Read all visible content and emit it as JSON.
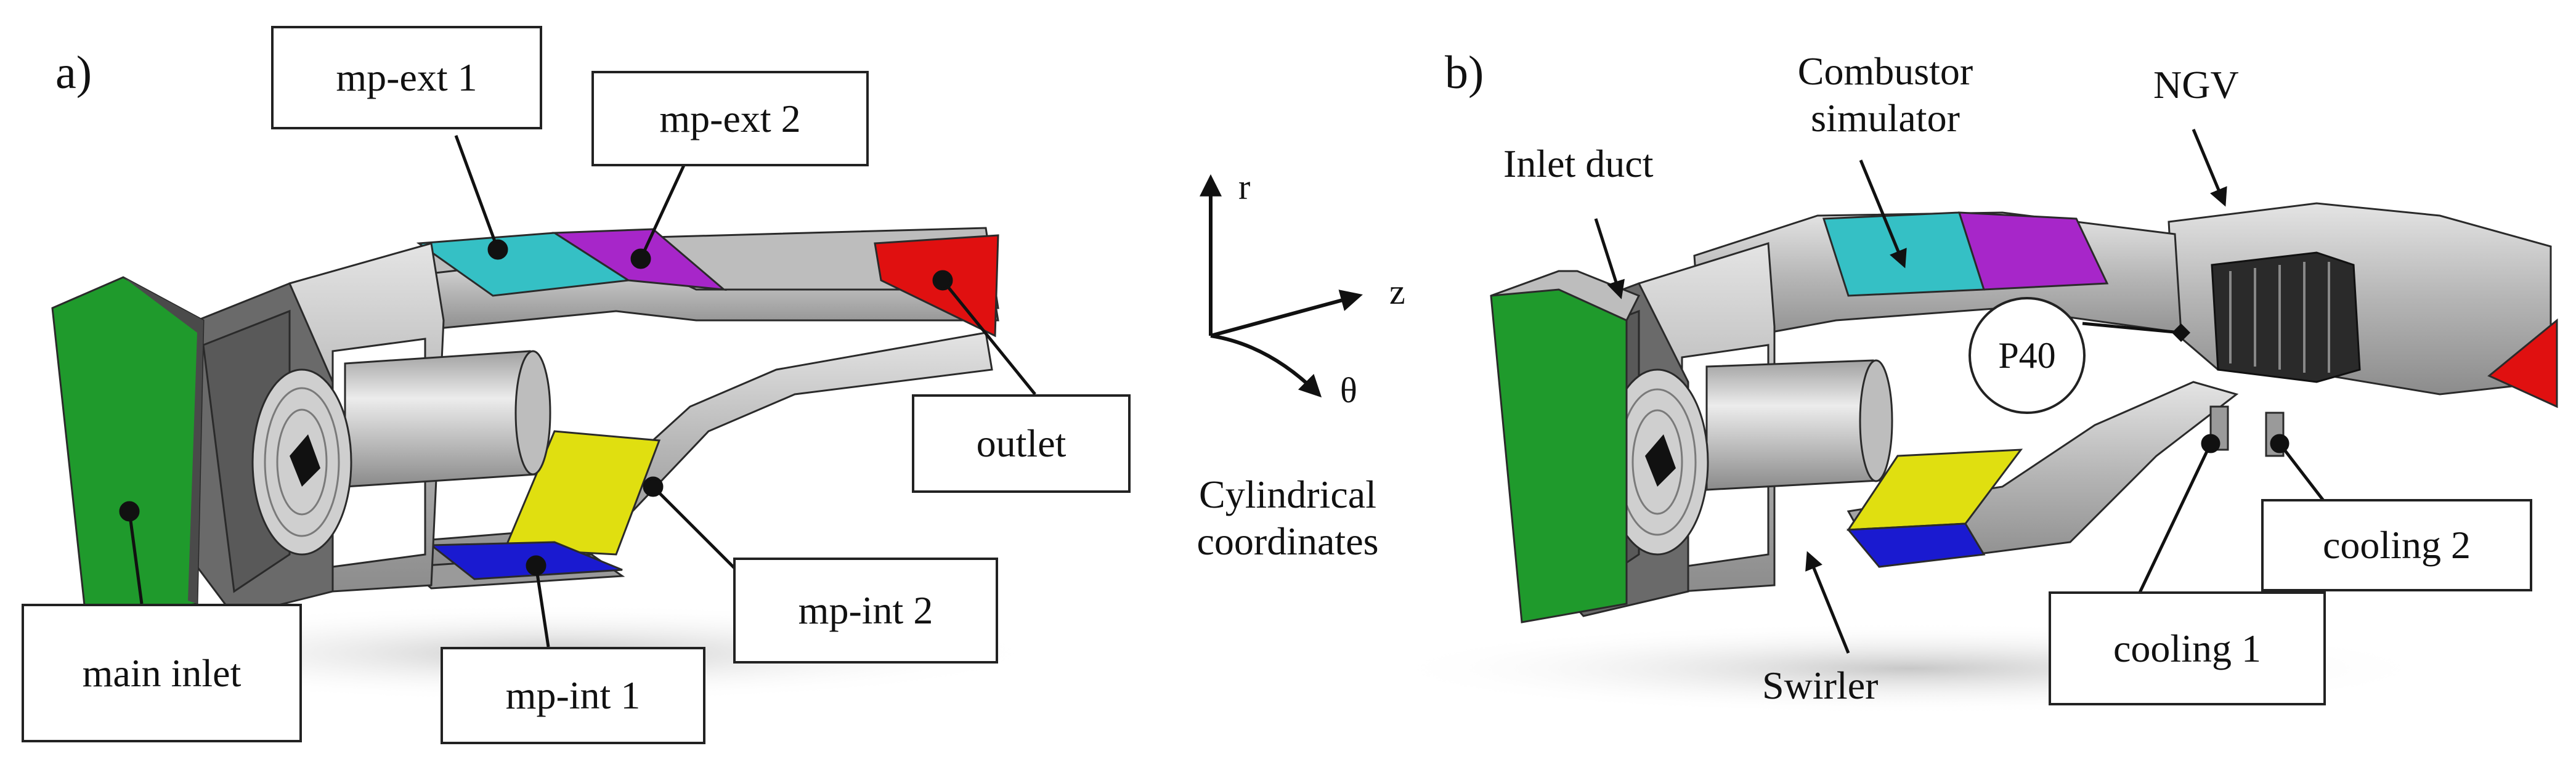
{
  "panels": {
    "a": {
      "letter": "a)",
      "callouts": {
        "mp_ext_1": "mp-ext 1",
        "mp_ext_2": "mp-ext 2",
        "outlet": "outlet",
        "main_inlet": "main inlet",
        "mp_int_1": "mp-int 1",
        "mp_int_2": "mp-int 2"
      }
    },
    "b": {
      "letter": "b)",
      "labels": {
        "inlet_duct": "Inlet duct",
        "combustor_line1": "Combustor",
        "combustor_line2": "simulator",
        "ngv": "NGV",
        "swirler": "Swirler"
      },
      "callouts": {
        "p40": "P40",
        "cooling_1": "cooling 1",
        "cooling_2": "cooling 2"
      }
    }
  },
  "axes": {
    "r": "r",
    "z": "z",
    "theta": "θ",
    "caption_line1": "Cylindrical",
    "caption_line2": "coordinates"
  },
  "colors": {
    "main_inlet": "#1f9a2c",
    "mp_ext_1": "#35c0c5",
    "mp_ext_2": "#a726c9",
    "outlet": "#e01010",
    "mp_int_1": "#1a1ad0",
    "mp_int_2": "#e0df10",
    "metal_light": "#d2d2d2",
    "metal_mid": "#a8a8a8",
    "metal_dark": "#6a6a6a",
    "edge": "#2a2a2a"
  }
}
